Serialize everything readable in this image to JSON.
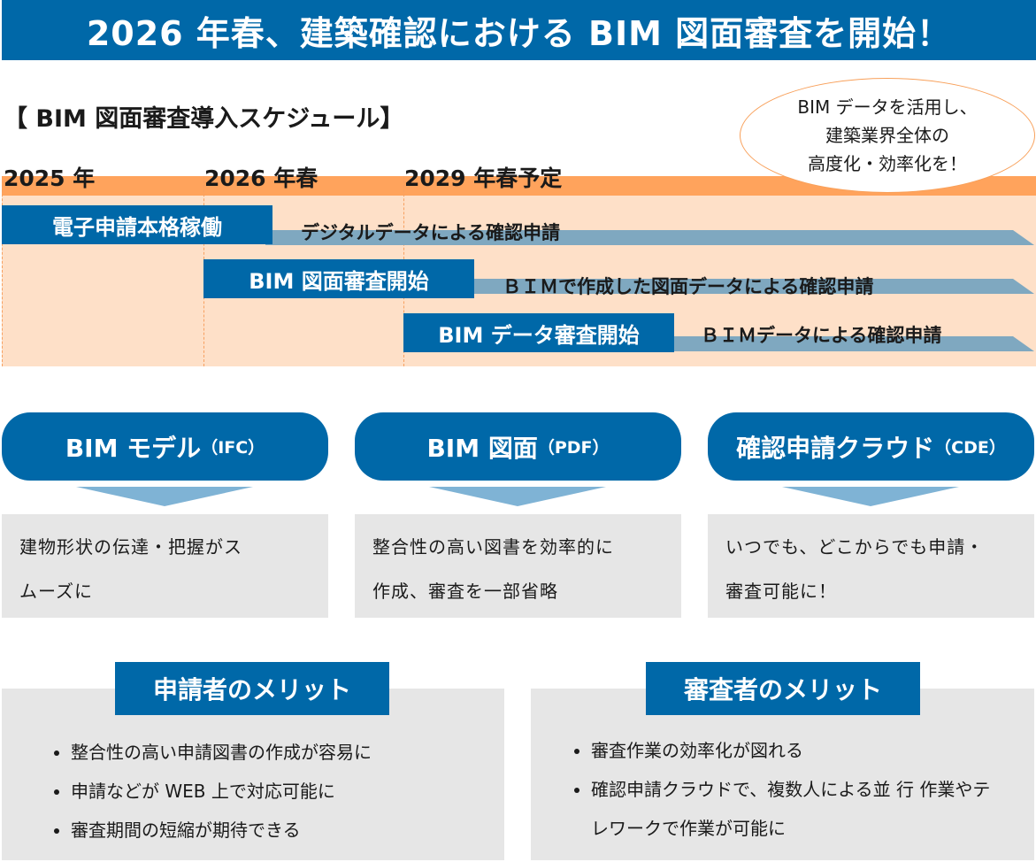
{
  "title": "2026 年春、建築確認における BIM 図面審査を開始！",
  "schedule": {
    "heading": "【 BIM 図面審査導入スケジュール】",
    "years": [
      "2025 年",
      "2026 年春",
      "2029 年春予定"
    ],
    "bubble": [
      "BIM データを活用し、",
      "建築業界全体の",
      "高度化・効率化を！"
    ],
    "rows": [
      {
        "label": "電子申請本格稼働",
        "desc": "デジタルデータによる確認申請"
      },
      {
        "label": "BIM 図面審査開始",
        "desc": "ＢＩＭで作成した図面データによる確認申請"
      },
      {
        "label": "BIM データ審査開始",
        "desc": "ＢＩＭデータによる確認申請"
      }
    ]
  },
  "cards": [
    {
      "title": "BIM モデル",
      "sub": "（IFC）",
      "desc": [
        "建物形状の伝達・把握がス",
        "ムーズに"
      ]
    },
    {
      "title": "BIM 図面",
      "sub": "（PDF）",
      "desc": [
        "整合性の高い図書を効率的に",
        "作成、審査を一部省略"
      ]
    },
    {
      "title": "確認申請クラウド",
      "sub": "（CDE）",
      "desc": [
        "いつでも、どこからでも申請・",
        "審査可能に！"
      ]
    }
  ],
  "merits": [
    {
      "title": "申請者のメリット",
      "items": [
        "整合性の高い申請図書の作成が容易に",
        "申請などが WEB 上で対応可能に",
        "審査期間の短縮が期待できる"
      ]
    },
    {
      "title": "審査者のメリット",
      "items": [
        "審査作業の効率化が図れる",
        "確認申請クラウドで、複数人による並 行 作業やテレワークで作業が可能に"
      ]
    }
  ],
  "colors": {
    "blue": "#0068a8",
    "orange": "#ffa35c",
    "peach": "#fee0c8",
    "bar": "#7fa8c0",
    "gray": "#e6e6e6"
  }
}
